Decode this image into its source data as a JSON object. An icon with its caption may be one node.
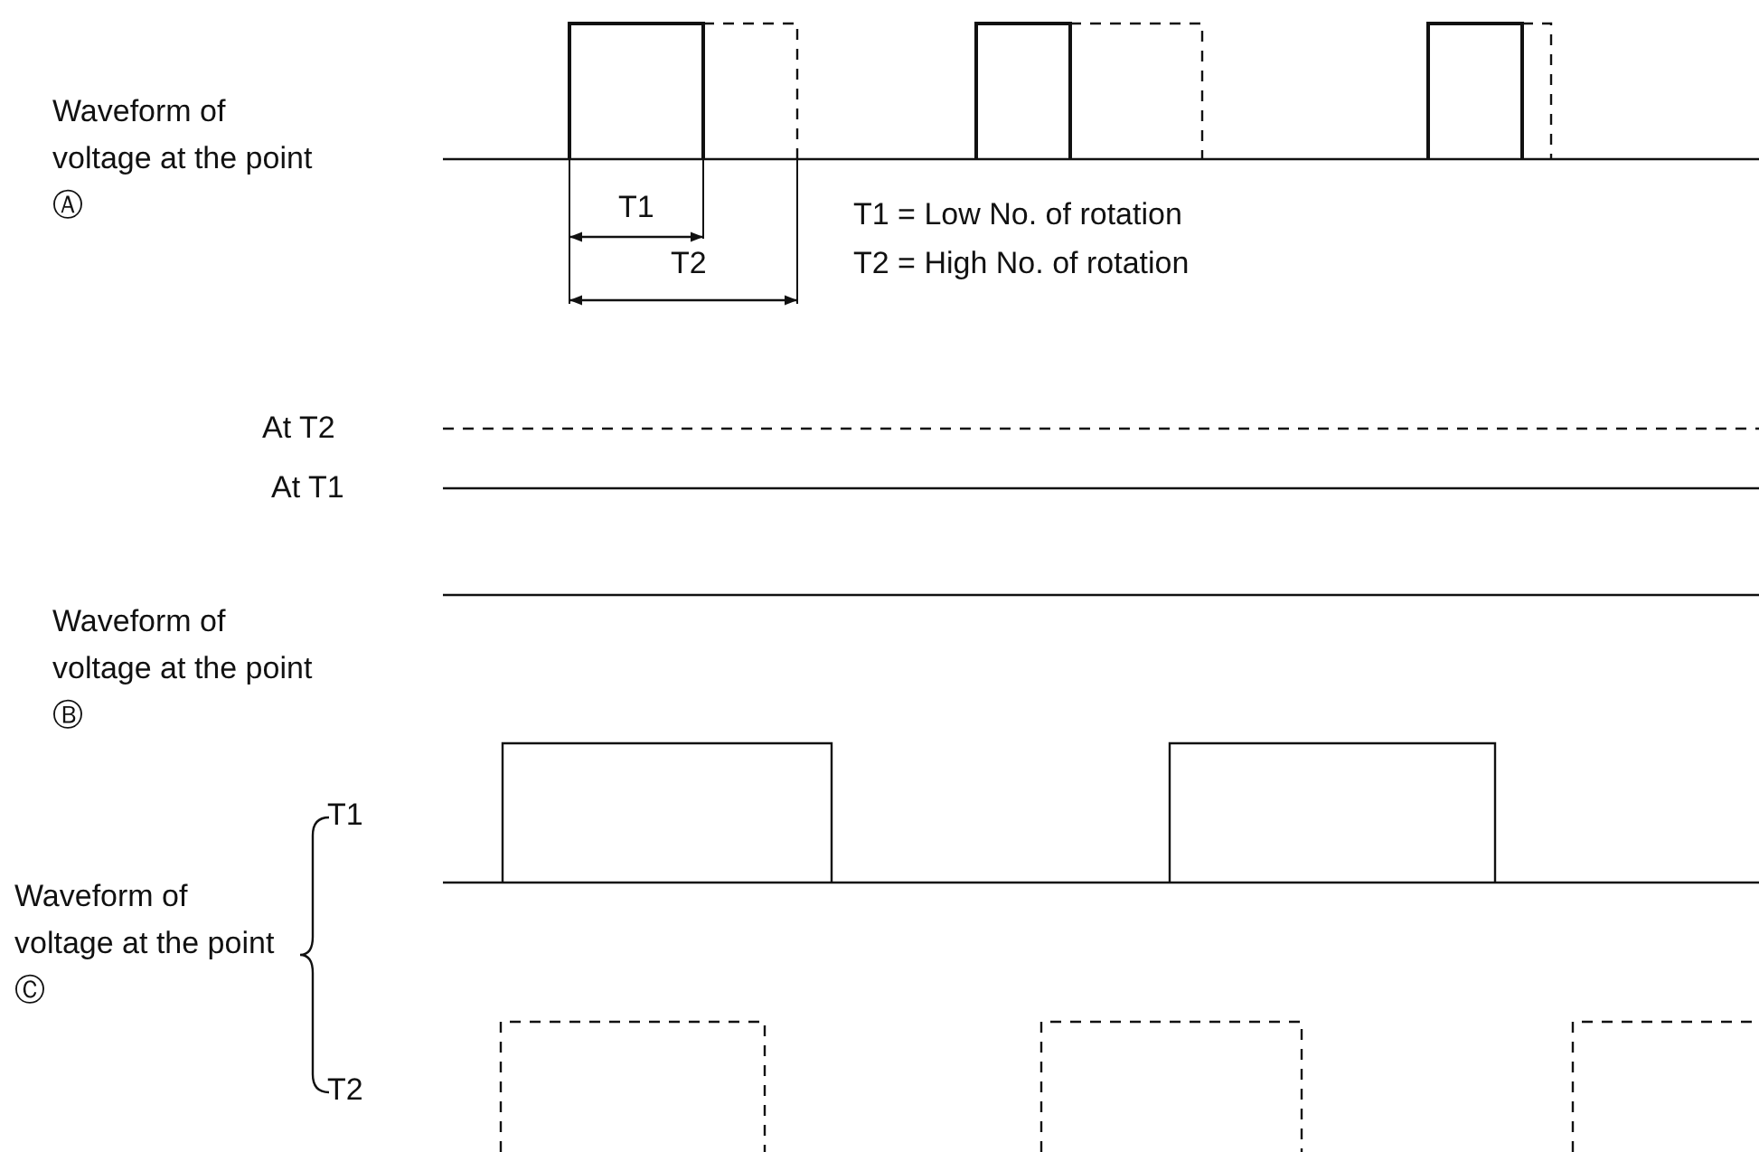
{
  "diagram": {
    "labels": [
      "Waveform of voltage at the point Ⓐ",
      "T1",
      "T2",
      "T1 = Low No. of rotation",
      "T2 = High No. of rotation",
      "At T2",
      "At T1",
      "Waveform of voltage at the point Ⓑ",
      "T1",
      "Waveform of voltage at the point Ⓒ",
      "T2"
    ]
  }
}
